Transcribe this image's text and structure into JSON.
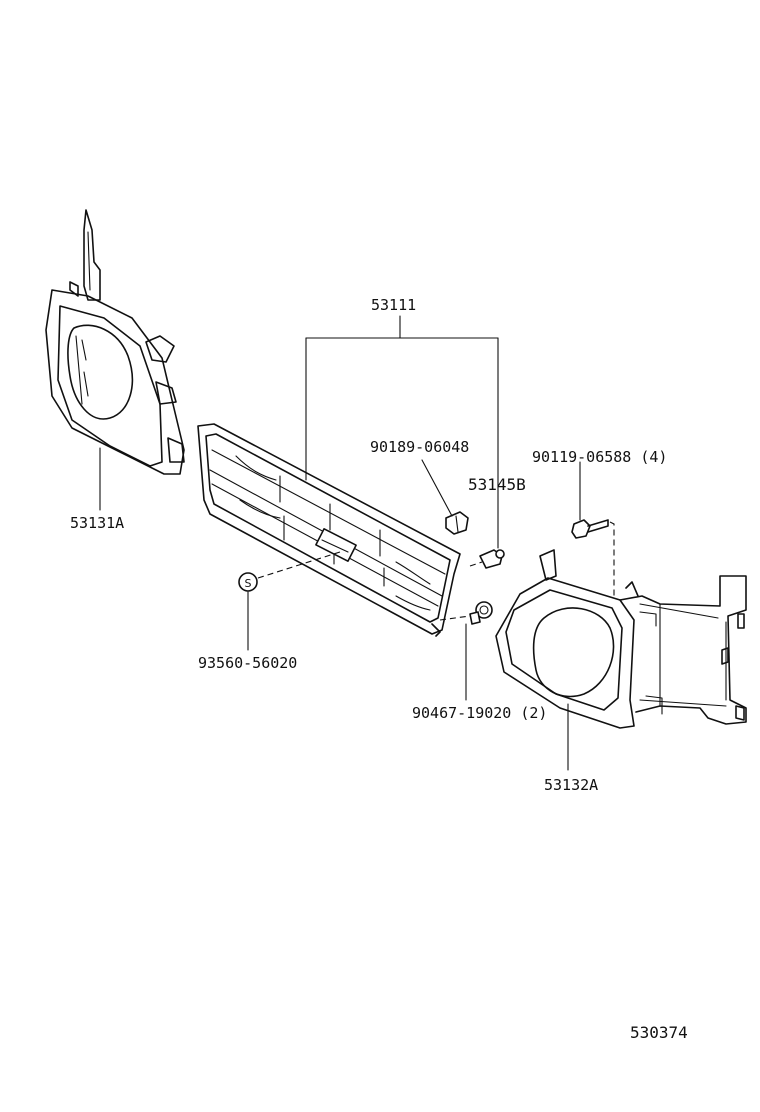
{
  "parts": {
    "grille": "53111",
    "headlamp_door_left": "53131A",
    "headlamp_door_right": "53132A",
    "emblem": "53145B",
    "clip": "90189-06048",
    "bolt": "90119-06588 (4)",
    "grommet": "90467-19020 (2)",
    "sealant": "93560-56020",
    "sealant_symbol": "S"
  },
  "diagram_number": "530374"
}
